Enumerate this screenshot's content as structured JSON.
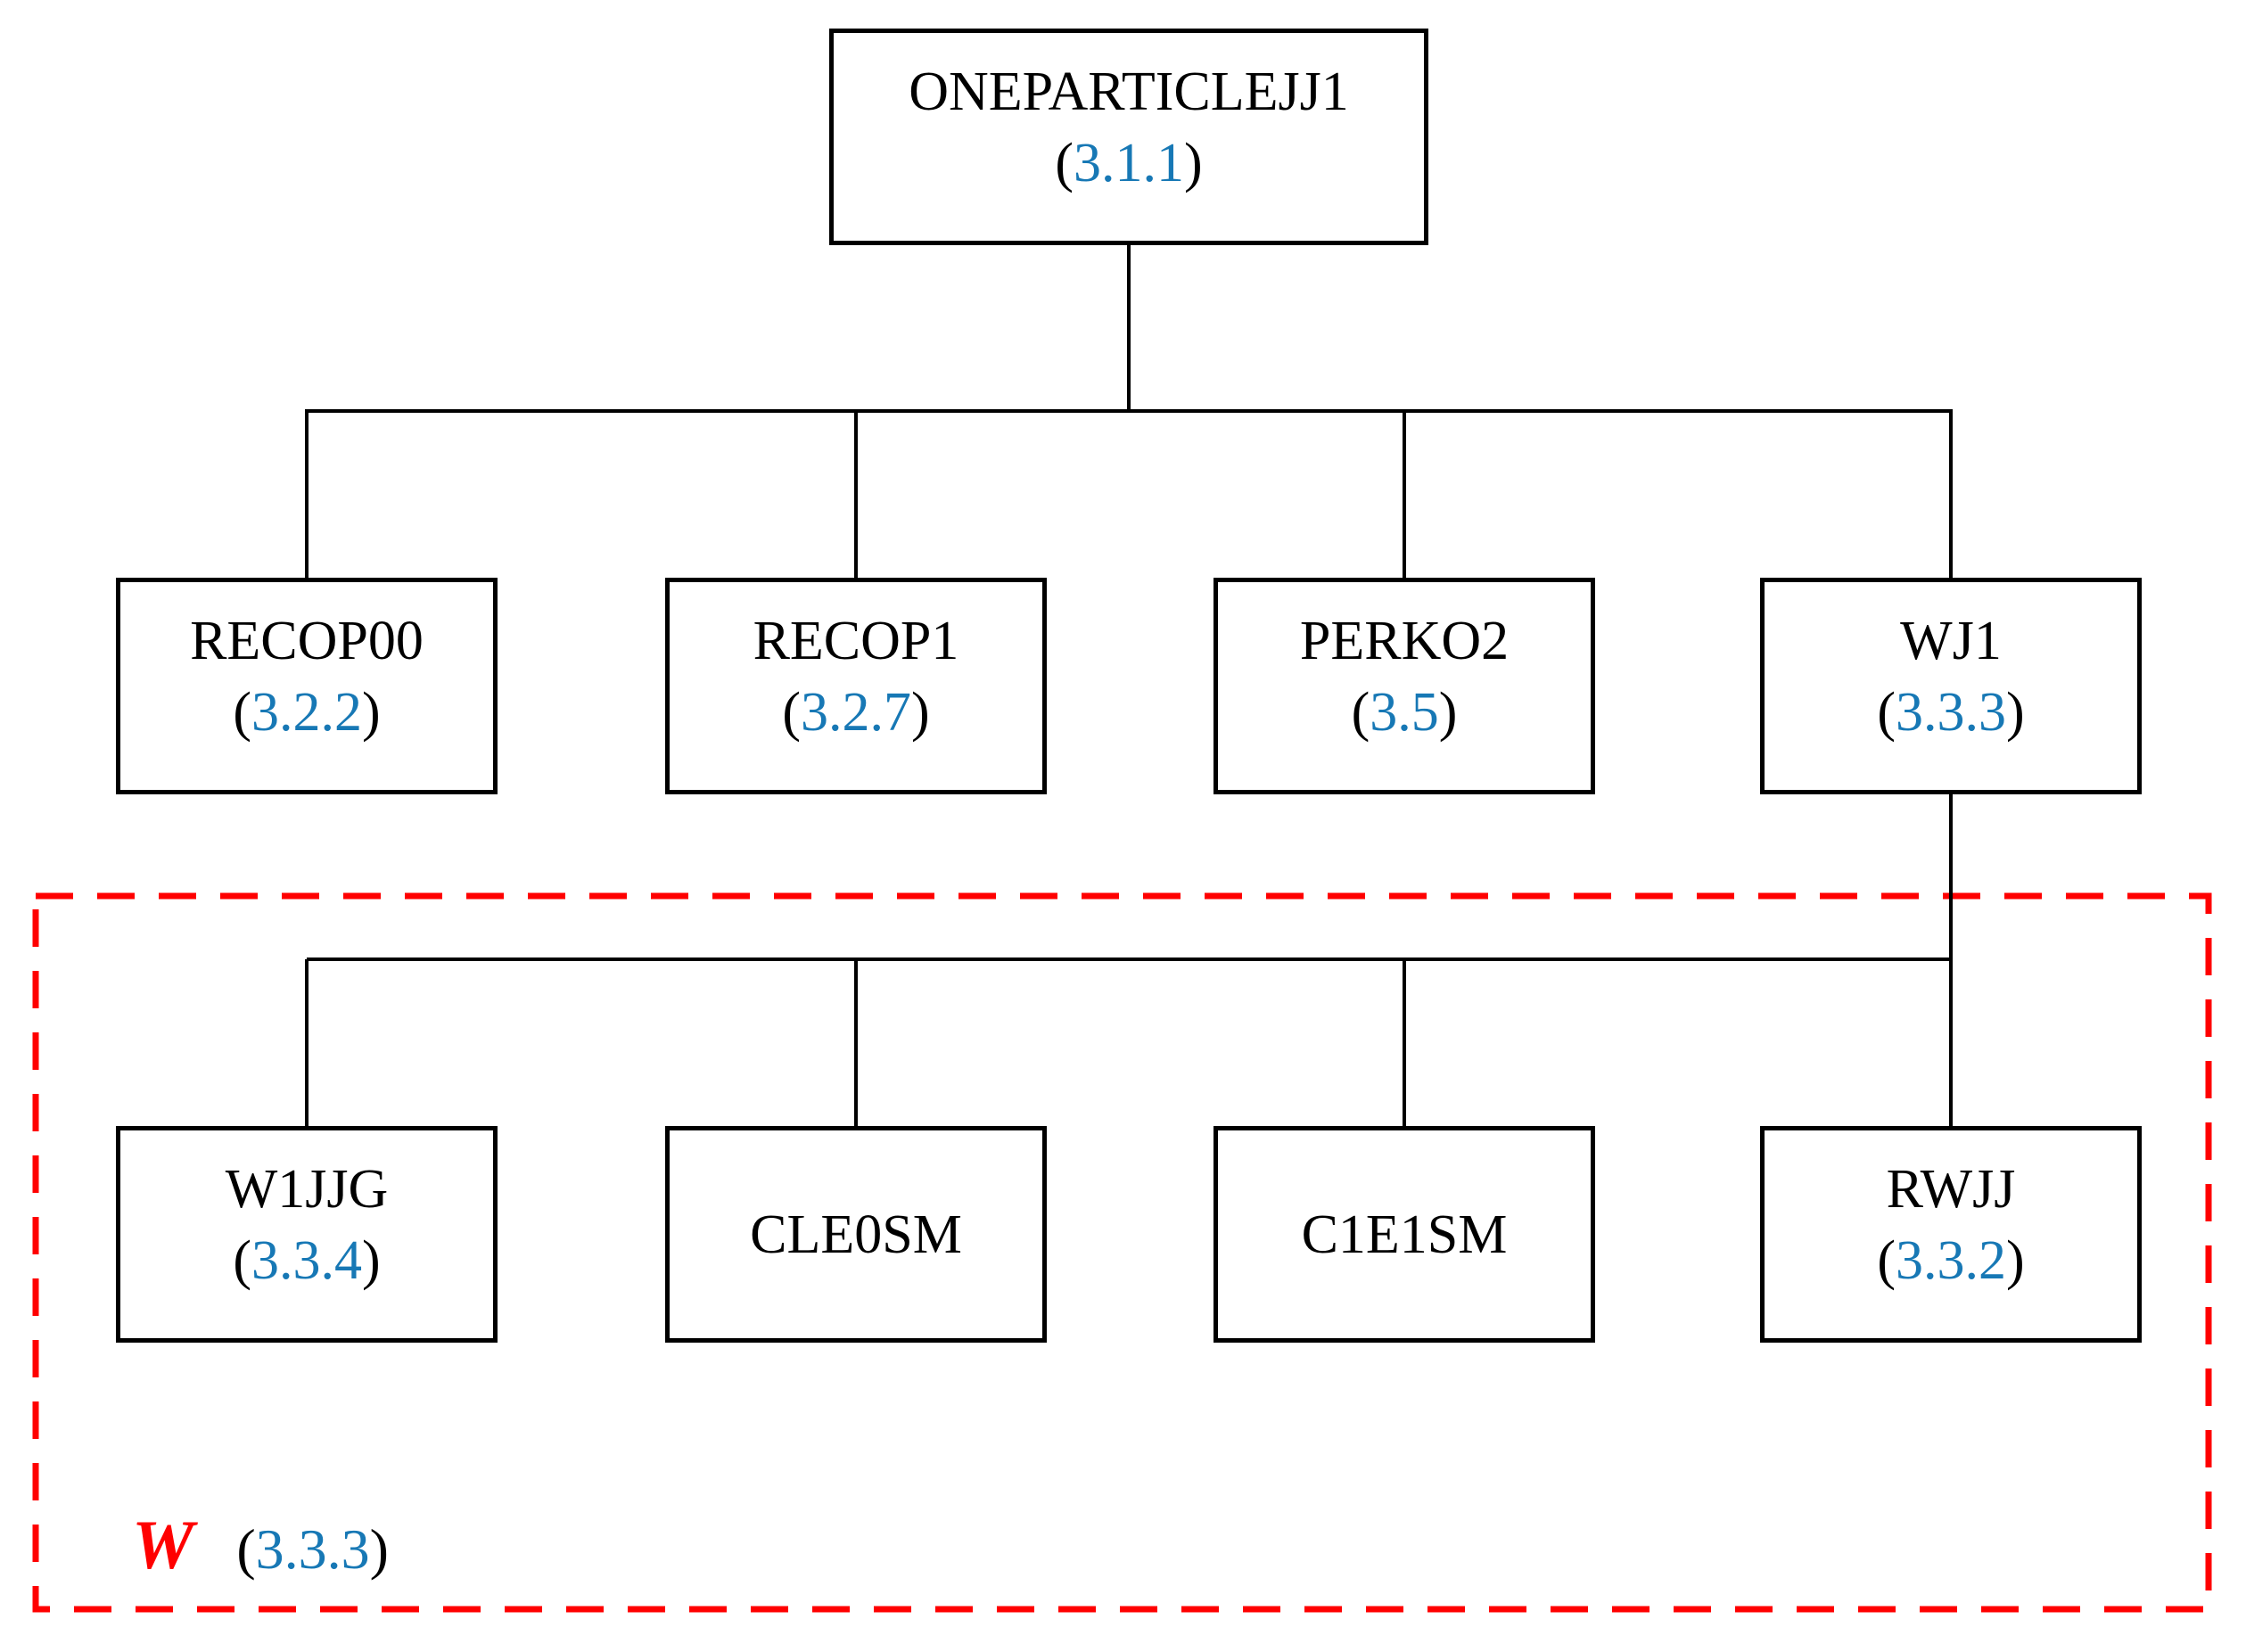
{
  "nodes": {
    "root": {
      "label": "ONEPARTICLEJJ1",
      "open": "(",
      "ref": "3.1.1",
      "close": ")"
    },
    "recop00": {
      "label": "RECOP00",
      "open": "(",
      "ref": "3.2.2",
      "close": ")"
    },
    "recop1": {
      "label": "RECOP1",
      "open": "(",
      "ref": "3.2.7",
      "close": ")"
    },
    "perko2": {
      "label": "PERKO2",
      "open": "(",
      "ref": "3.5",
      "close": ")"
    },
    "wj1": {
      "label": "WJ1",
      "open": "(",
      "ref": "3.3.3",
      "close": ")"
    },
    "w1jjg": {
      "label": "W1JJG",
      "open": "(",
      "ref": "3.3.4",
      "close": ")"
    },
    "cle0sm": {
      "label": "CLE0SM"
    },
    "c1e1sm": {
      "label": "C1E1SM"
    },
    "rwjj": {
      "label": "RWJJ",
      "open": "(",
      "ref": "3.3.2",
      "close": ")"
    }
  },
  "group": {
    "label": "W",
    "open": "(",
    "ref": "3.3.3",
    "close": ")"
  },
  "hierarchy": {
    "root": "ONEPARTICLEJJ1",
    "children_of_root": [
      "RECOP00",
      "RECOP1",
      "PERKO2",
      "WJ1"
    ],
    "children_of_wj1": [
      "W1JJG",
      "CLE0SM",
      "C1E1SM",
      "RWJJ"
    ],
    "dashed_group_members": [
      "W1JJG",
      "CLE0SM",
      "C1E1SM",
      "RWJJ"
    ],
    "dashed_group_label": "W (3.3.3)"
  },
  "colors": {
    "reference_blue": "#1778b5",
    "group_red": "#ff0000",
    "line_black": "#000000",
    "background": "#ffffff"
  }
}
